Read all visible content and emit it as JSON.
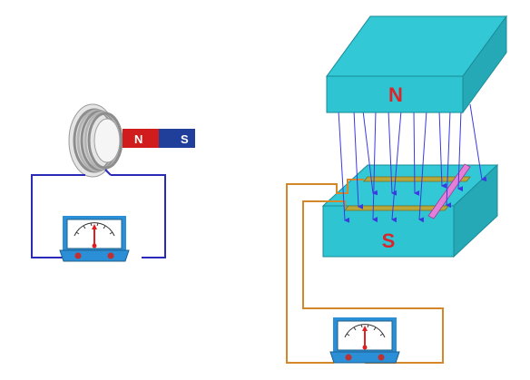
{
  "left_experiment": {
    "bar_magnet": {
      "north_label": "N",
      "south_label": "S",
      "north_color": "#d01c1c",
      "south_color": "#1f3f9a"
    },
    "coil_color": "#a9a9a9",
    "circuit_wire_color": "#2a2ab8"
  },
  "right_experiment": {
    "top_magnet_label": "N",
    "bottom_magnet_label": "S",
    "magnet_color": "#2fc4d2",
    "label_color": "#d8262c",
    "field_line_color": "#3a3adf",
    "rail_color": "#b8a83a",
    "sliding_rod_color": "#e37fd8",
    "circuit_wire_color": "#d4862a"
  },
  "galvanometer": {
    "body_color": "#2a8fd6",
    "needle_color": "#e02020"
  }
}
